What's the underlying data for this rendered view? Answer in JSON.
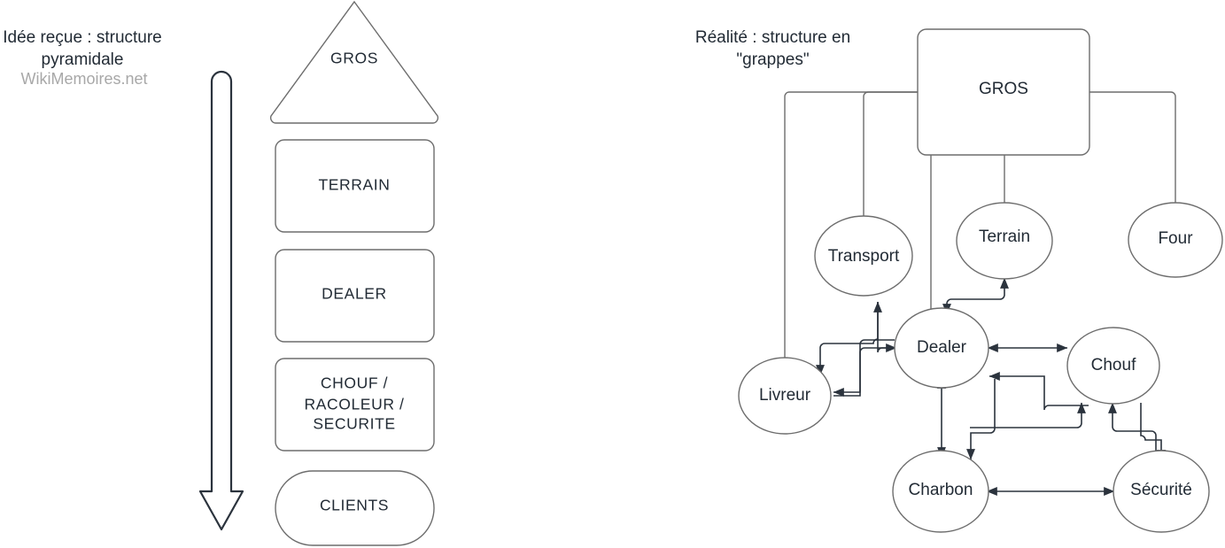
{
  "panels": {
    "left": {
      "title": "Idée reçue : structure\npyramidale",
      "watermark": "WikiMemoires.net",
      "arrow_name": "downward-hierarchy-arrow",
      "levels": [
        {
          "id": "gros",
          "label": "GROS",
          "shape": "triangle"
        },
        {
          "id": "terrain",
          "label": "TERRAIN",
          "shape": "rounded-rect"
        },
        {
          "id": "dealer",
          "label": "DEALER",
          "shape": "rounded-rect"
        },
        {
          "id": "chouf",
          "label": "CHOUF /\nRACOLEUR /\nSECURITE",
          "shape": "rounded-rect"
        },
        {
          "id": "clients",
          "label": "CLIENTS",
          "shape": "stadium"
        }
      ]
    },
    "right": {
      "title": "Réalité : structure en\n\"grappes\"",
      "nodes": [
        {
          "id": "gros",
          "label": "GROS",
          "shape": "rounded-rect"
        },
        {
          "id": "transport",
          "label": "Transport",
          "shape": "ellipse"
        },
        {
          "id": "terrain",
          "label": "Terrain",
          "shape": "ellipse"
        },
        {
          "id": "four",
          "label": "Four",
          "shape": "ellipse"
        },
        {
          "id": "livreur",
          "label": "Livreur",
          "shape": "ellipse"
        },
        {
          "id": "dealer",
          "label": "Dealer",
          "shape": "ellipse"
        },
        {
          "id": "chouf",
          "label": "Chouf",
          "shape": "ellipse"
        },
        {
          "id": "charbon",
          "label": "Charbon",
          "shape": "ellipse"
        },
        {
          "id": "securite",
          "label": "Sécurité",
          "shape": "ellipse"
        }
      ],
      "edges": [
        {
          "from": "gros",
          "to": "transport",
          "type": "plain"
        },
        {
          "from": "gros",
          "to": "terrain",
          "type": "plain"
        },
        {
          "from": "gros",
          "to": "four",
          "type": "plain"
        },
        {
          "from": "gros",
          "to": "dealer",
          "type": "plain"
        },
        {
          "from": "gros",
          "to": "livreur",
          "type": "plain"
        },
        {
          "from": "dealer",
          "to": "transport",
          "type": "arrow"
        },
        {
          "from": "dealer",
          "to": "livreur",
          "type": "arrow"
        },
        {
          "from": "livreur",
          "to": "dealer",
          "type": "arrow"
        },
        {
          "from": "dealer",
          "to": "terrain",
          "type": "arrow"
        },
        {
          "from": "terrain",
          "to": "dealer",
          "type": "arrow"
        },
        {
          "from": "dealer",
          "to": "chouf",
          "type": "bidirectional"
        },
        {
          "from": "dealer",
          "to": "charbon",
          "type": "bidirectional"
        },
        {
          "from": "charbon",
          "to": "chouf",
          "type": "arrow"
        },
        {
          "from": "chouf",
          "to": "dealer",
          "type": "arrow"
        },
        {
          "from": "dealer",
          "to": "charbon",
          "type": "arrow"
        },
        {
          "from": "charbon",
          "to": "securite",
          "type": "bidirectional"
        },
        {
          "from": "securite",
          "to": "chouf",
          "type": "arrow"
        },
        {
          "from": "chouf",
          "to": "securite",
          "type": "arrow"
        }
      ]
    }
  },
  "colors": {
    "shape_stroke": "#6d6d6d",
    "arrow_stroke": "#2b333d",
    "text": "#222b35",
    "watermark": "#a8a8a8",
    "background": "#ffffff"
  }
}
